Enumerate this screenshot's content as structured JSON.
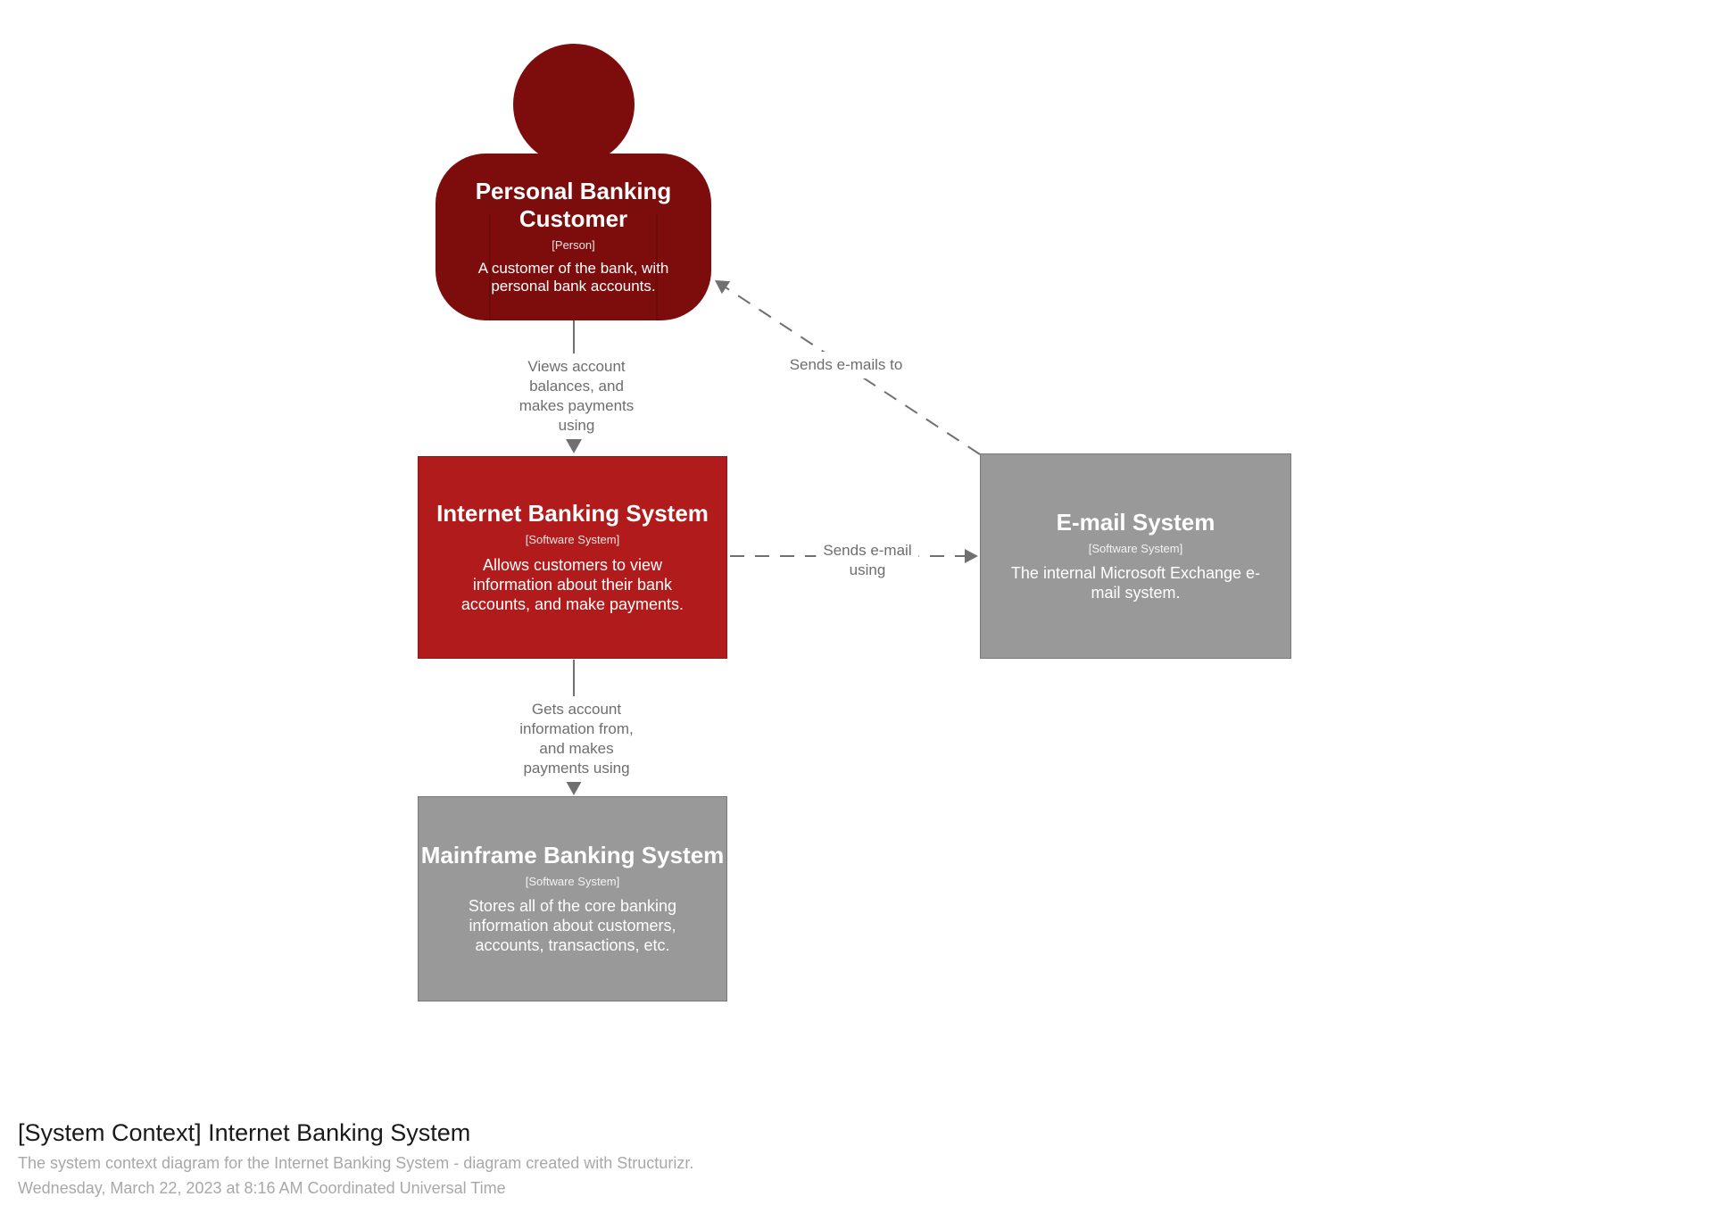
{
  "colors": {
    "person_fill": "#7d0d0d",
    "system_fill": "#b11b1b",
    "external_fill": "#999999",
    "line": "#707070",
    "label_text": "#6e6e6e",
    "footer_muted": "#a8a8a8",
    "title_text": "#1a1a1a"
  },
  "person": {
    "name": "Personal Banking Customer",
    "meta": "[Person]",
    "description": "A customer of the bank, with personal bank accounts."
  },
  "internet_banking_system": {
    "name": "Internet Banking System",
    "meta": "[Software System]",
    "description": "Allows customers to view information about their bank accounts, and make payments."
  },
  "email_system": {
    "name": "E-mail System",
    "meta": "[Software System]",
    "description": "The internal Microsoft Exchange e-mail system."
  },
  "mainframe_banking_system": {
    "name": "Mainframe Banking System",
    "meta": "[Software System]",
    "description": "Stores all of the core banking information about customers, accounts, transactions, etc."
  },
  "relationships": {
    "customer_to_ibs": "Views account\nbalances, and\nmakes payments\nusing",
    "email_to_customer": "Sends e-mails to",
    "ibs_to_email": "Sends e-mail\nusing",
    "ibs_to_mainframe": "Gets account\ninformation from,\nand makes\npayments using"
  },
  "footer": {
    "title": "[System Context] Internet Banking System",
    "subtitle": "The system context diagram for the Internet Banking System - diagram created with Structurizr.",
    "timestamp": "Wednesday, March 22, 2023 at 8:16 AM Coordinated Universal Time"
  }
}
